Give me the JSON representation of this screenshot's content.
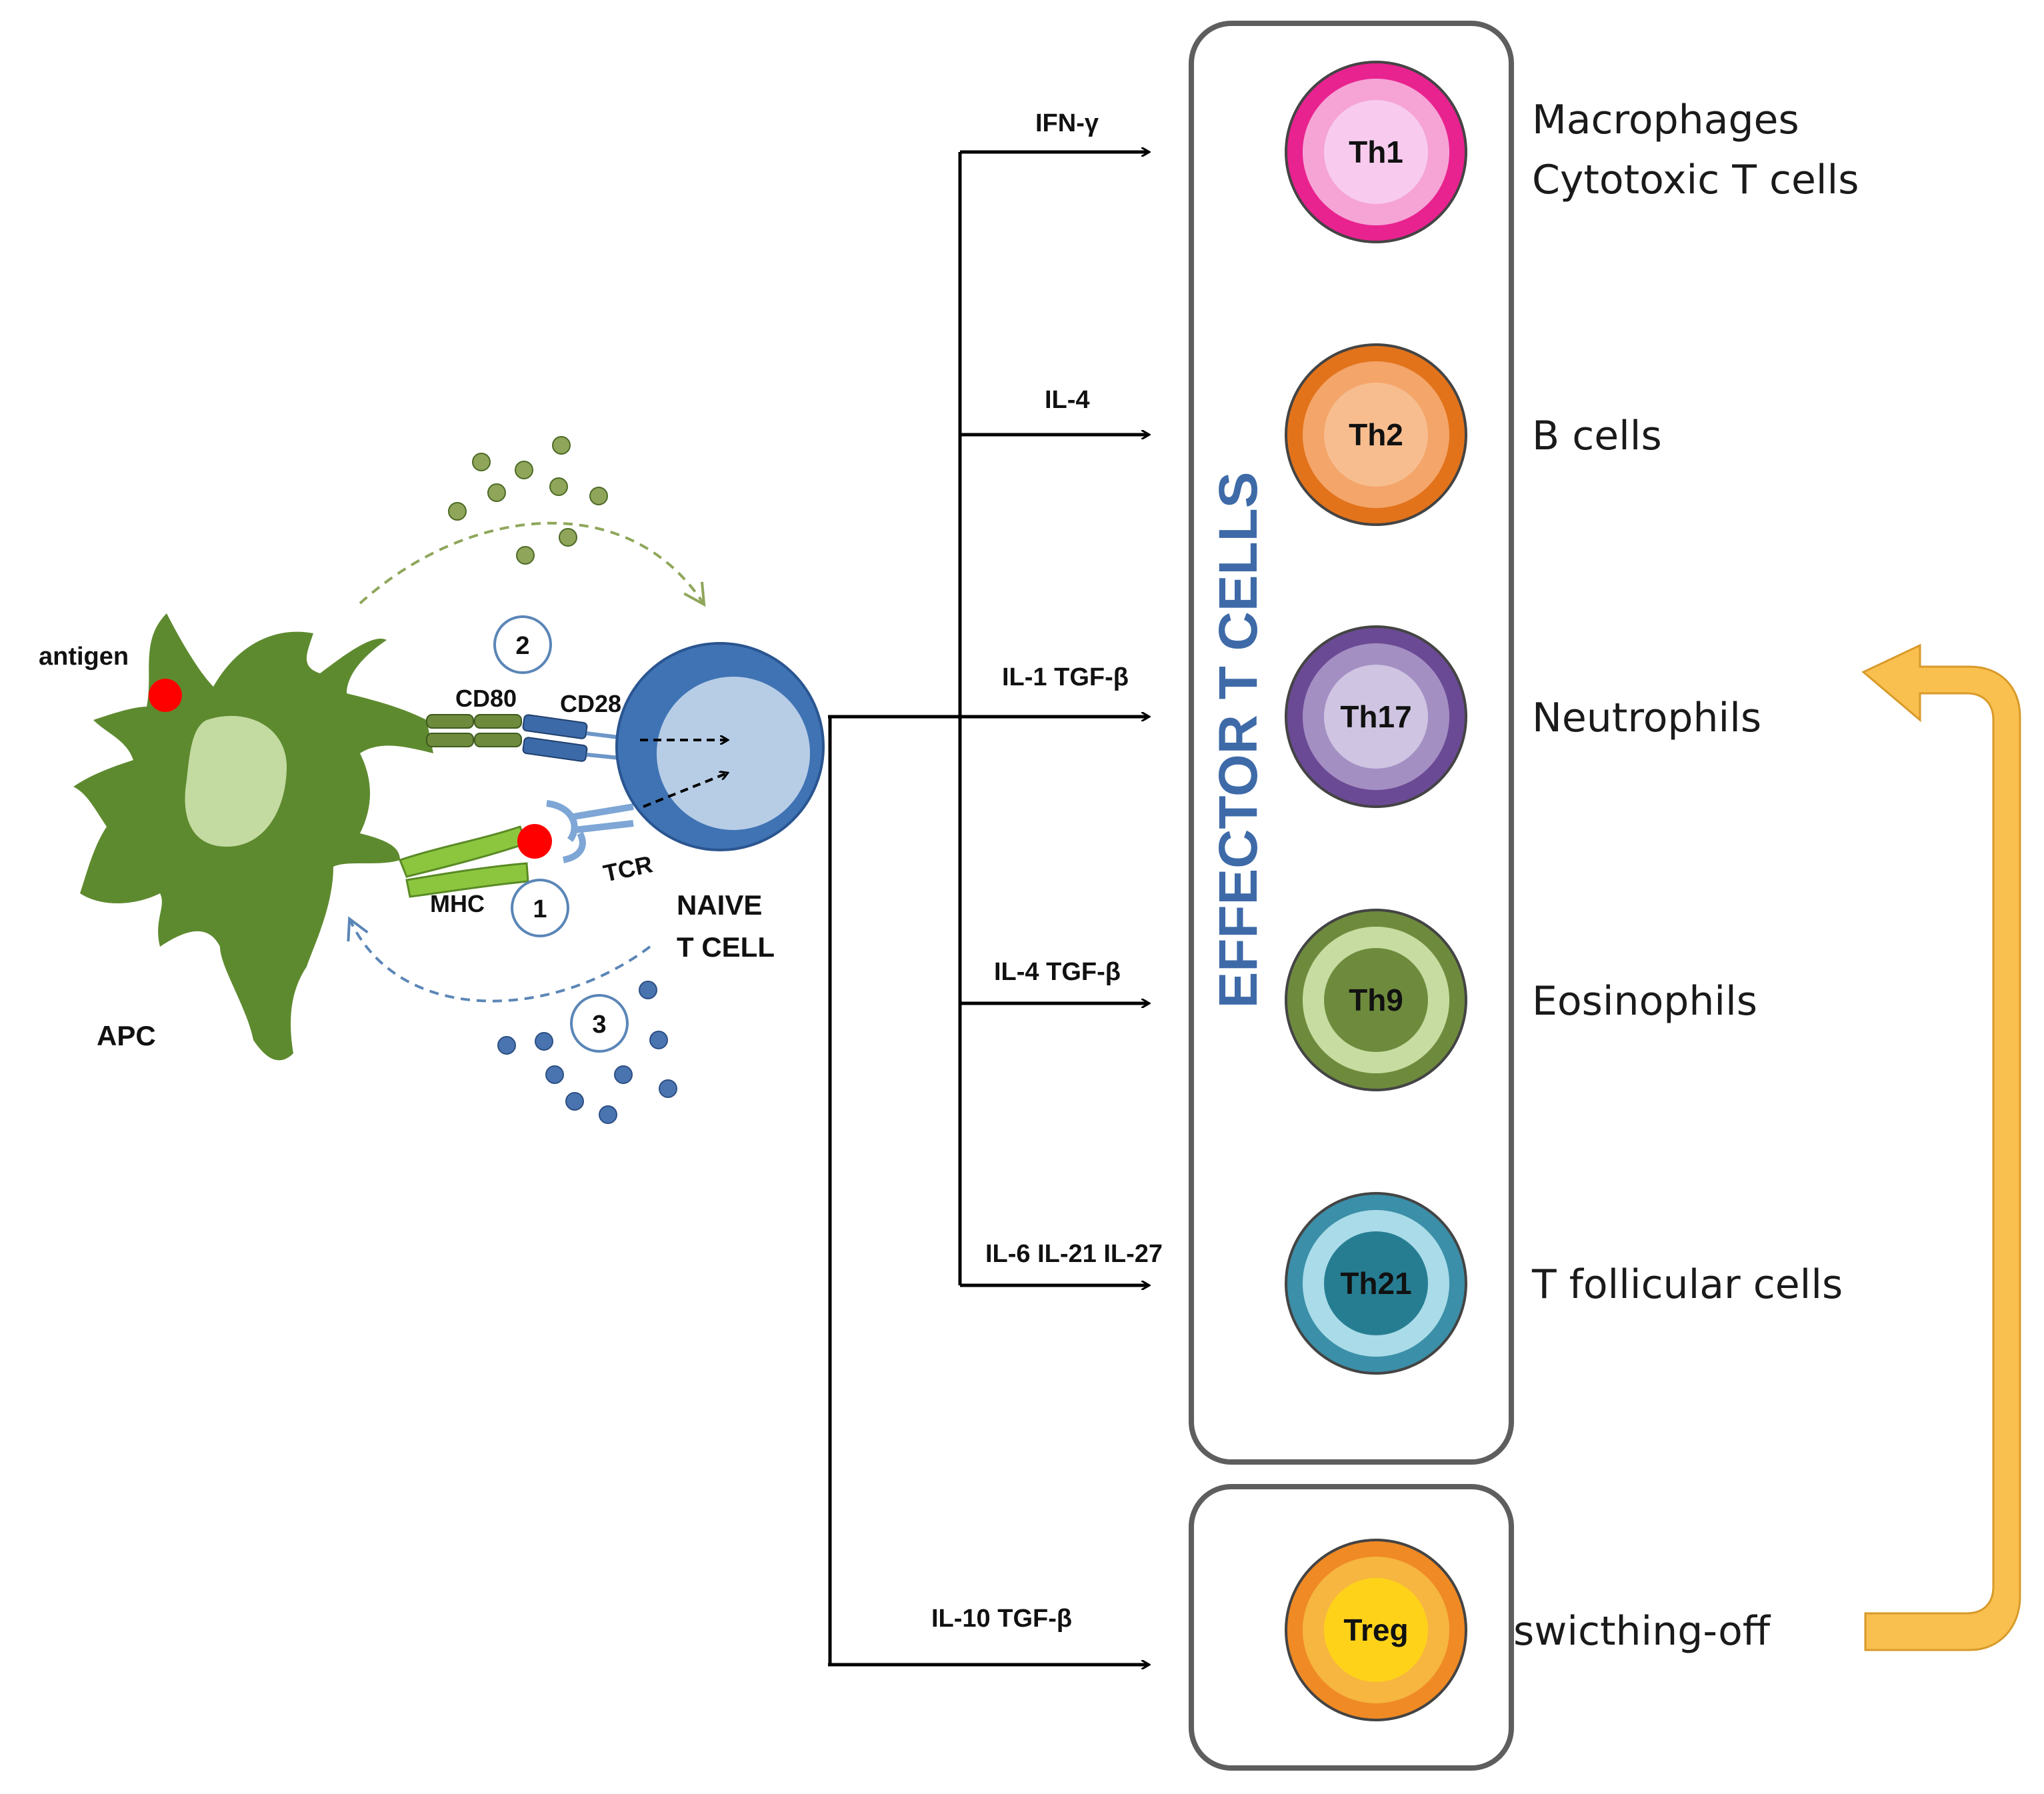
{
  "apc": {
    "label": "APC",
    "antigen_label": "antigen",
    "mhc_label": "MHC",
    "cd80_label": "CD80",
    "cd28_label": "CD28",
    "tcr_label": "TCR"
  },
  "naive": {
    "line1": "NAIVE",
    "line2": "T CELL"
  },
  "signals": [
    "1",
    "2",
    "3"
  ],
  "effector_title": "EFFECTOR T CELLS",
  "cytokines": [
    "IFN-γ",
    "IL-4",
    "IL-1 TGF-β",
    "IL-4 TGF-β",
    "IL-6 IL-21 IL-27",
    "IL-10 TGF-β"
  ],
  "cells": [
    {
      "name": "Th1",
      "outer": "#e8228f",
      "ring": "#f6a3d6",
      "inner": "#f8cbee",
      "target_lines": [
        "Macrophages",
        "Cytotoxic T cells"
      ]
    },
    {
      "name": "Th2",
      "outer": "#e2731b",
      "ring": "#f4a569",
      "inner": "#f7bd8f",
      "target_lines": [
        "B cells"
      ]
    },
    {
      "name": "Th17",
      "outer": "#6b4a95",
      "ring": "#a48fc3",
      "inner": "#cfc5e2",
      "target_lines": [
        "Neutrophils"
      ]
    },
    {
      "name": "Th9",
      "outer": "#6e8b3d",
      "ring": "#c7dca1",
      "inner": "#6e8b3d",
      "target_lines": [
        "Eosinophils"
      ]
    },
    {
      "name": "Th21",
      "outer": "#3b8fa8",
      "ring": "#a9dbe8",
      "inner": "#267d92",
      "target_lines": [
        "T follicular cells"
      ]
    },
    {
      "name": "Treg",
      "outer": "#f08a24",
      "ring": "#f6b640",
      "inner": "#ffd21a",
      "target_lines": [
        "swicthing-off"
      ]
    }
  ],
  "colors": {
    "apc_green": "#5e8a2f",
    "nucleus": "#c3dba0",
    "naive_outer": "#3f73b4",
    "naive_inner": "#b7cde6",
    "feedback_arrow": "#f9c04f",
    "effector_title": "#3e6aa8",
    "box_border": "#5e5e5e"
  }
}
